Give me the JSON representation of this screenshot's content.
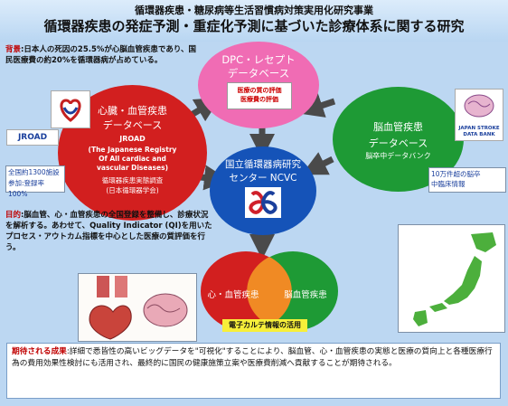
{
  "header": {
    "line1": "循環器疾患・糖尿病等生活習慣病対策実用化研究事業",
    "line2": "循環器疾患の発症予測・重症化予測に基づいた診療体系に関する研究"
  },
  "background": {
    "label": "背景",
    "text": ":日本人の死因の25.5%が心脳血管疾患であり、国民医療費の約20%を循環器病が占めている。"
  },
  "purpose": {
    "label": "目的",
    "text": ":脳血管、心・血管疾患の全国登録を整備し、診療状況を解析する。あわせて、Quality Indicator (QI)を用いたプロセス・アウトカム指標を中心とした医療の質評価を行う。"
  },
  "dpc": {
    "title1": "DPC・レセプト",
    "title2": "データベース",
    "sub1": "医療の質の評価",
    "sub2": "医療費の評価"
  },
  "jroad": {
    "title1": "心臓・血管疾患",
    "title2": "データベース",
    "name": "JROAD",
    "desc1": "(The Japanese Registry",
    "desc2": "Of All cardiac and",
    "desc3": "vascular Diseases)",
    "desc4": "循環器疾患実態調査",
    "desc5": "(日本循環器学会)",
    "logo_text": "JROAD",
    "facility1": "全国約1300施設",
    "facility2": "参加:登録率100%"
  },
  "stroke": {
    "title1": "脳血管疾患",
    "title2": "データベース",
    "sub": "脳卒中データバンク",
    "logo_text": "JAPAN STROKE DATA BANK",
    "cases1": "10万件超の脳卒",
    "cases2": "中臨床情報"
  },
  "ncvc": {
    "title1": "国立循環器病研究",
    "title2": "センター NCVC"
  },
  "venn": {
    "left": "心・血管疾患",
    "right": "脳血管疾患",
    "banner": "電子カルテ情報の活用"
  },
  "expected": {
    "label": "期待される成果",
    "text": ":詳細で悉皆性の高いビッグデータを\"可視化\"することにより、脳血管、心・血管疾患の実態と医療の質向上と各種医療行為の費用効果性検討にも活用され、最終的に国民の健康施策立案や医療費削減へ貢献することが期待される。"
  },
  "colors": {
    "red": "#d21f1f",
    "green": "#1e9a35",
    "blue": "#1553b8",
    "pink": "#f06cb4",
    "orange": "#f08a24",
    "yellow_banner": "#f7ef3a",
    "map_green": "#4caf3c"
  },
  "icons": [
    "japan-map-image",
    "heart-anatomy-image",
    "brain-anatomy-image",
    "jroad-logo",
    "stroke-databank-logo",
    "ncvc-logo"
  ]
}
